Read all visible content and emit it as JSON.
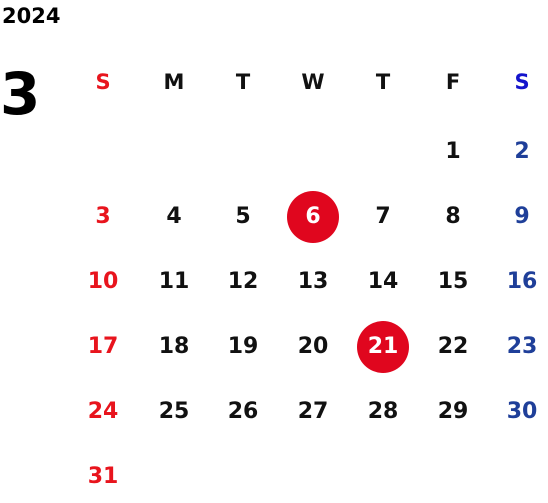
{
  "calendar": {
    "year": "2024",
    "month": "3",
    "weekdays": [
      "S",
      "M",
      "T",
      "W",
      "T",
      "F",
      "S"
    ],
    "weeks": [
      [
        "",
        "",
        "",
        "",
        "",
        "1",
        "2"
      ],
      [
        "3",
        "4",
        "5",
        "6",
        "7",
        "8",
        "9"
      ],
      [
        "10",
        "11",
        "12",
        "13",
        "14",
        "15",
        "16"
      ],
      [
        "17",
        "18",
        "19",
        "20",
        "21",
        "22",
        "23"
      ],
      [
        "24",
        "25",
        "26",
        "27",
        "28",
        "29",
        "30"
      ],
      [
        "31",
        "",
        "",
        "",
        "",
        "",
        ""
      ]
    ],
    "highlighted_days": [
      "6",
      "21"
    ],
    "colors": {
      "sunday": "#e8141d",
      "saturday": "#1f3f99",
      "saturday_header": "#1414cc",
      "highlight": "#e0061e",
      "weekday": "#111111"
    }
  }
}
